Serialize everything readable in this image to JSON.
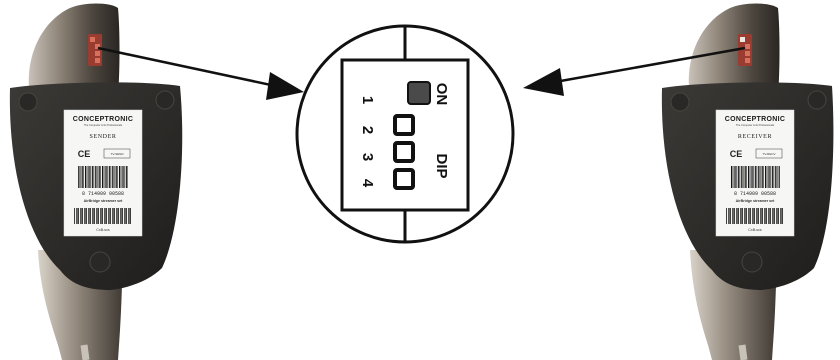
{
  "sender": {
    "brand": "CONCEPTRONIC",
    "tagline": "The Computer Link Professionals",
    "role": "SENDER",
    "ce_mark": "CE",
    "box_code": "TV-SEND",
    "barcode_number": "8 714909 00588",
    "product": "AirBridge streamer set",
    "code_label": "CxB-scs"
  },
  "receiver": {
    "brand": "CONCEPTRONIC",
    "tagline": "The Computer Link Professionals",
    "role": "RECEIVER",
    "ce_mark": "CE",
    "box_code": "TV-RECV",
    "barcode_number": "8 714909 00588",
    "product": "AirBridge streamer set",
    "code_label": "CxB-scs"
  },
  "dip_switch": {
    "on_label": "ON",
    "dip_label": "DIP",
    "positions": [
      "1",
      "2",
      "3",
      "4"
    ],
    "switch_states": [
      "on",
      "off",
      "off",
      "off"
    ]
  },
  "colors": {
    "housing": "#8a7f73",
    "faceplate": "#2f2d2b",
    "dip_red": "#b84a3c",
    "outline": "#111111"
  }
}
